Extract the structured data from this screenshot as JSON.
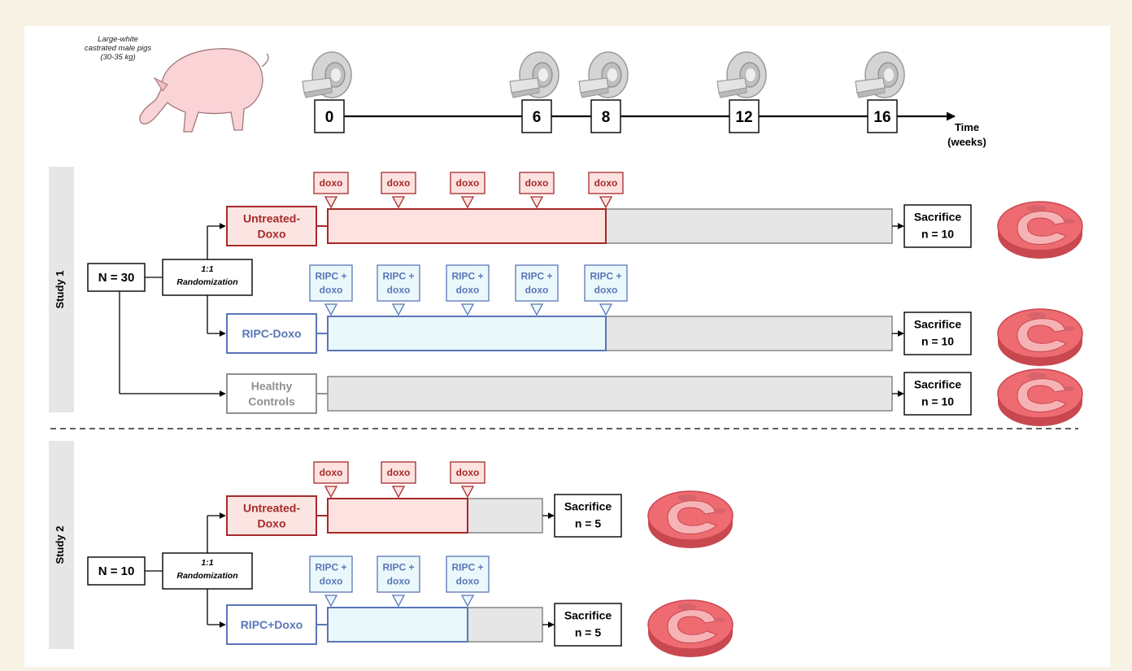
{
  "subject": {
    "caption_lines": [
      "Large-white",
      "castrated male pigs",
      "(30-35 kg)"
    ],
    "icon": "pig-illustration"
  },
  "timeline": {
    "ticks": [
      "0",
      "6",
      "8",
      "12",
      "16"
    ],
    "axis_label_lines": [
      "Time",
      "(weeks)"
    ],
    "scanner_icon": "mri-scanner-icon"
  },
  "study1": {
    "label": "Study 1",
    "total": "N = 30",
    "randomization_lines": [
      "1:1",
      "Randomization"
    ],
    "groups": [
      {
        "label_lines": [
          "Untreated-",
          "Doxo"
        ],
        "dose_label_lines": [
          "doxo"
        ],
        "dose_count": 5,
        "color": "#a52a2a",
        "fill": "#fde2e0",
        "outcome_lines": [
          "Sacrifice",
          "n = 10"
        ]
      },
      {
        "label_lines": [
          "RIPC-Doxo"
        ],
        "dose_label_lines": [
          "RIPC +",
          "doxo"
        ],
        "dose_count": 5,
        "color": "#5a76b8",
        "fill": "#eaf8fb",
        "outcome_lines": [
          "Sacrifice",
          "n = 10"
        ]
      },
      {
        "label_lines": [
          "Healthy",
          "Controls"
        ],
        "dose_count": 0,
        "color": "#909090",
        "fill": "#ececec",
        "outcome_lines": [
          "Sacrifice",
          "n = 10"
        ]
      }
    ]
  },
  "study2": {
    "label": "Study 2",
    "total": "N = 10",
    "randomization_lines": [
      "1:1",
      "Randomization"
    ],
    "groups": [
      {
        "label_lines": [
          "Untreated-",
          "Doxo"
        ],
        "dose_label_lines": [
          "doxo"
        ],
        "dose_count": 3,
        "color": "#a52a2a",
        "fill": "#fde2e0",
        "outcome_lines": [
          "Sacrifice",
          "n = 5"
        ]
      },
      {
        "label_lines": [
          "RIPC+Doxo"
        ],
        "dose_label_lines": [
          "RIPC +",
          "doxo"
        ],
        "dose_count": 3,
        "color": "#5a76b8",
        "fill": "#eaf8fb",
        "outcome_lines": [
          "Sacrifice",
          "n = 5"
        ]
      }
    ]
  },
  "colors": {
    "background": "#f7f2e3",
    "panel": "#ffffff",
    "sidebar": "#e6e6e6",
    "tissue": "#ee6b72",
    "tissue_dark": "#c94850"
  },
  "outcome_icon": "heart-cross-section-icon"
}
